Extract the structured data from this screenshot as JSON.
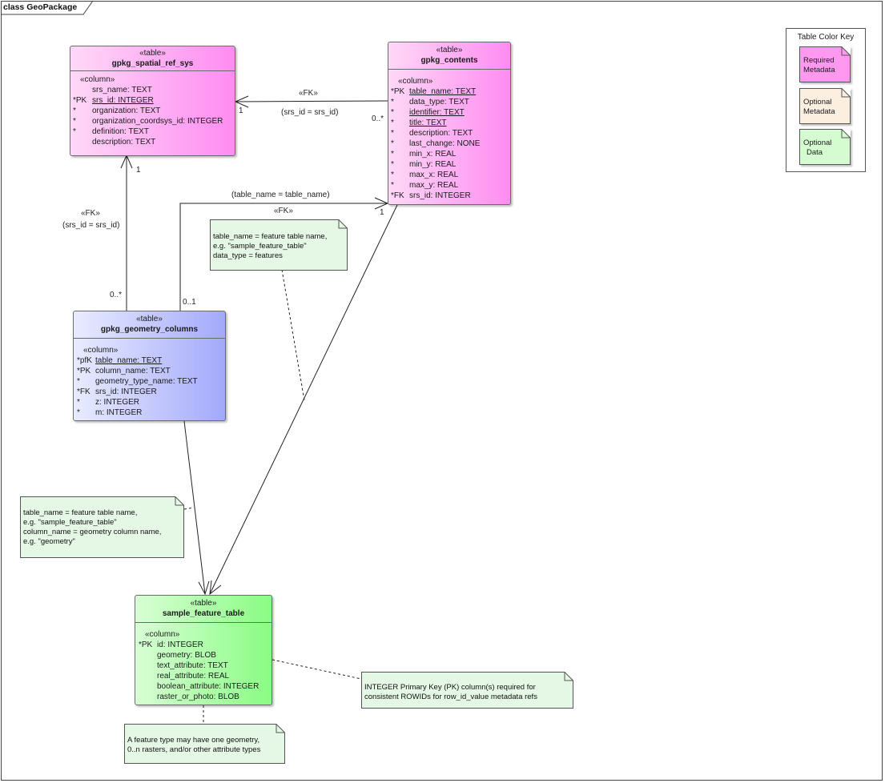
{
  "diagram": {
    "title": "class GeoPackage"
  },
  "legend": {
    "title": "Table Color Key",
    "items": [
      {
        "line1": "Required",
        "line2": "Metadata",
        "color": "#ff99f0"
      },
      {
        "line1": "Optional",
        "line2": "Metadata",
        "color": "#fcefdf"
      },
      {
        "line1": "Optional",
        "line2": "Data",
        "color": "#d4fcd0"
      }
    ]
  },
  "tables": {
    "srs": {
      "stereotype": "«table»",
      "name": "gpkg_spatial_ref_sys",
      "columns_header": "«column»",
      "columns": [
        {
          "marker": "",
          "text": "srs_name: TEXT",
          "key": false
        },
        {
          "marker": "*PK",
          "text": "srs_id: INTEGER",
          "key": true
        },
        {
          "marker": "*",
          "text": "organization: TEXT",
          "key": false
        },
        {
          "marker": "*",
          "text": "organization_coordsys_id: INTEGER",
          "key": false
        },
        {
          "marker": "*",
          "text": "definition: TEXT",
          "key": false
        },
        {
          "marker": "",
          "text": "description: TEXT",
          "key": false
        }
      ]
    },
    "contents": {
      "stereotype": "«table»",
      "name": "gpkg_contents",
      "columns_header": "«column»",
      "columns": [
        {
          "marker": "*PK",
          "text": "table_name: TEXT",
          "key": true
        },
        {
          "marker": "*",
          "text": "data_type: TEXT",
          "key": false
        },
        {
          "marker": "*",
          "text": "identifier: TEXT",
          "key": true
        },
        {
          "marker": "*",
          "text": "title: TEXT",
          "key": true
        },
        {
          "marker": "*",
          "text": "description: TEXT",
          "key": false
        },
        {
          "marker": "*",
          "text": "last_change: NONE",
          "key": false
        },
        {
          "marker": "*",
          "text": "min_x: REAL",
          "key": false
        },
        {
          "marker": "*",
          "text": "min_y: REAL",
          "key": false
        },
        {
          "marker": "*",
          "text": "max_x: REAL",
          "key": false
        },
        {
          "marker": "*",
          "text": "max_y: REAL",
          "key": false
        },
        {
          "marker": "*FK",
          "text": "srs_id: INTEGER",
          "key": false
        }
      ]
    },
    "geom": {
      "stereotype": "«table»",
      "name": "gpkg_geometry_columns",
      "columns_header": "«column»",
      "columns": [
        {
          "marker": "*pfK",
          "text": "table_name: TEXT",
          "key": true
        },
        {
          "marker": "*PK",
          "text": "column_name: TEXT",
          "key": false
        },
        {
          "marker": "*",
          "text": "geometry_type_name: TEXT",
          "key": false
        },
        {
          "marker": "*FK",
          "text": "srs_id: INTEGER",
          "key": false
        },
        {
          "marker": "*",
          "text": "z: INTEGER",
          "key": false
        },
        {
          "marker": "*",
          "text": "m: INTEGER",
          "key": false
        }
      ]
    },
    "feature": {
      "stereotype": "«table»",
      "name": "sample_feature_table",
      "columns_header": "«column»",
      "columns": [
        {
          "marker": "*PK",
          "text": "id: INTEGER",
          "key": false
        },
        {
          "marker": "",
          "text": "geometry: BLOB",
          "key": false
        },
        {
          "marker": "",
          "text": "text_attribute: TEXT",
          "key": false
        },
        {
          "marker": "",
          "text": "real_attribute: REAL",
          "key": false
        },
        {
          "marker": "",
          "text": "boolean_attribute: INTEGER",
          "key": false
        },
        {
          "marker": "",
          "text": "raster_or_photo: BLOB",
          "key": false
        }
      ]
    }
  },
  "relations": {
    "contents_srs": {
      "stereotype": "«FK»",
      "condition": "(srs_id = srs_id)",
      "target_mult": "1",
      "source_mult": "0..*"
    },
    "geom_srs": {
      "stereotype": "«FK»",
      "condition": "(srs_id = srs_id)",
      "target_mult": "1",
      "source_mult": "0..*"
    },
    "geom_contents": {
      "stereotype": "«FK»",
      "condition": "(table_name = table_name)",
      "target_mult": "1",
      "source_mult": "0..1"
    }
  },
  "notes": {
    "contents_note": [
      "table_name = feature table name,",
      "e.g. \"sample_feature_table\"",
      "data_type = features"
    ],
    "geom_note": [
      "table_name = feature table name,",
      "e.g. \"sample_feature_table\"",
      "column_name = geometry column name,",
      "e.g. \"geometry\""
    ],
    "pk_note": [
      "INTEGER Primary Key (PK) column(s) required for",
      "consistent ROWIDs for row_id_value metadata refs"
    ],
    "type_note": [
      "A feature type may have one geometry,",
      "0..n rasters, and/or other attribute types"
    ]
  }
}
